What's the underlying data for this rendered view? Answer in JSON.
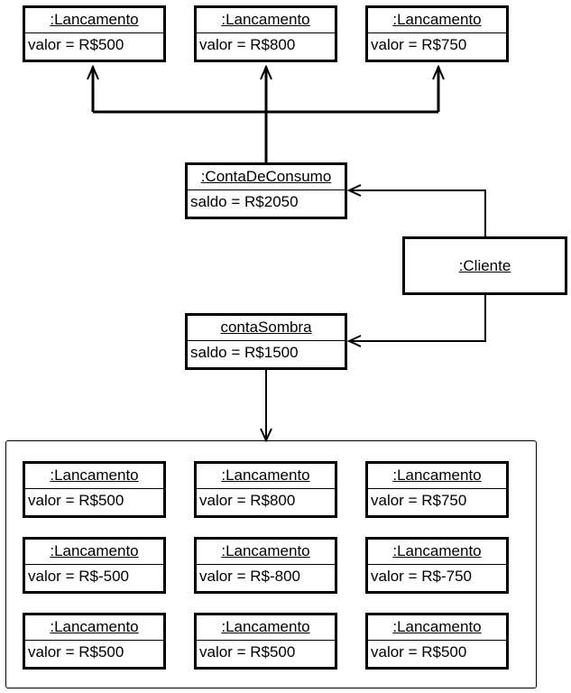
{
  "top_lancamentos": [
    {
      "name": ":Lancamento",
      "attr": "valor = R$500"
    },
    {
      "name": ":Lancamento",
      "attr": "valor = R$800"
    },
    {
      "name": ":Lancamento",
      "attr": "valor = R$750"
    }
  ],
  "conta_de_consumo": {
    "name": ":ContaDeConsumo",
    "attr": "saldo = R$2050"
  },
  "cliente": {
    "name": ":Cliente"
  },
  "conta_sombra": {
    "name": "contaSombra",
    "attr": "saldo = R$1500"
  },
  "grid_lancamentos": [
    {
      "name": ":Lancamento",
      "attr": "valor = R$500"
    },
    {
      "name": ":Lancamento",
      "attr": "valor = R$800"
    },
    {
      "name": ":Lancamento",
      "attr": "valor = R$750"
    },
    {
      "name": ":Lancamento",
      "attr": "valor = R$-500"
    },
    {
      "name": ":Lancamento",
      "attr": "valor = R$-800"
    },
    {
      "name": ":Lancamento",
      "attr": "valor = R$-750"
    },
    {
      "name": ":Lancamento",
      "attr": "valor = R$500"
    },
    {
      "name": ":Lancamento",
      "attr": "valor = R$500"
    },
    {
      "name": ":Lancamento",
      "attr": "valor = R$500"
    }
  ]
}
